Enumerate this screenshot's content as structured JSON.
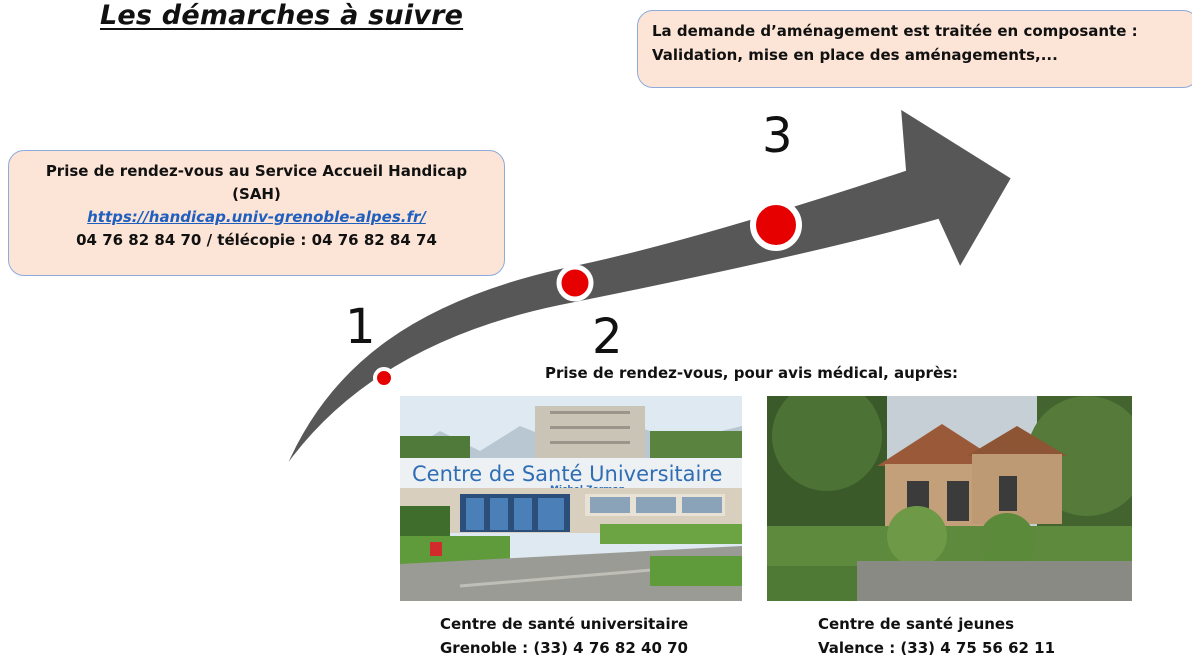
{
  "title": "Les démarches à suivre",
  "steps": [
    {
      "number": "1",
      "lines": [
        "Prise de rendez-vous au Service Accueil Handicap",
        "(SAH)"
      ],
      "link": "https://handicap.univ-grenoble-alpes.fr/",
      "phone": "04 76 82 84 70 / télécopie : 04 76 82 84 74"
    },
    {
      "number": "2",
      "text": "Prise de rendez-vous, pour avis médical, auprès:"
    },
    {
      "number": "3",
      "lines": [
        "La demande d’aménagement est traitée en composante :",
        "Validation, mise en place des aménagements,..."
      ]
    }
  ],
  "centers": [
    {
      "sign_main": "Centre de Santé Universitaire",
      "sign_sub": "Michel Zorman",
      "name": "Centre de santé universitaire",
      "phone": "Grenoble : (33) 4 76 82 40 70"
    },
    {
      "name": "Centre de santé jeunes",
      "phone": "Valence : (33) 4 75 56 62 11"
    }
  ],
  "colors": {
    "box_fill": "#fce4d6",
    "box_border": "#8eaadb",
    "arrow": "#575757",
    "dot": "#e60000",
    "link": "#1f5fbf"
  }
}
